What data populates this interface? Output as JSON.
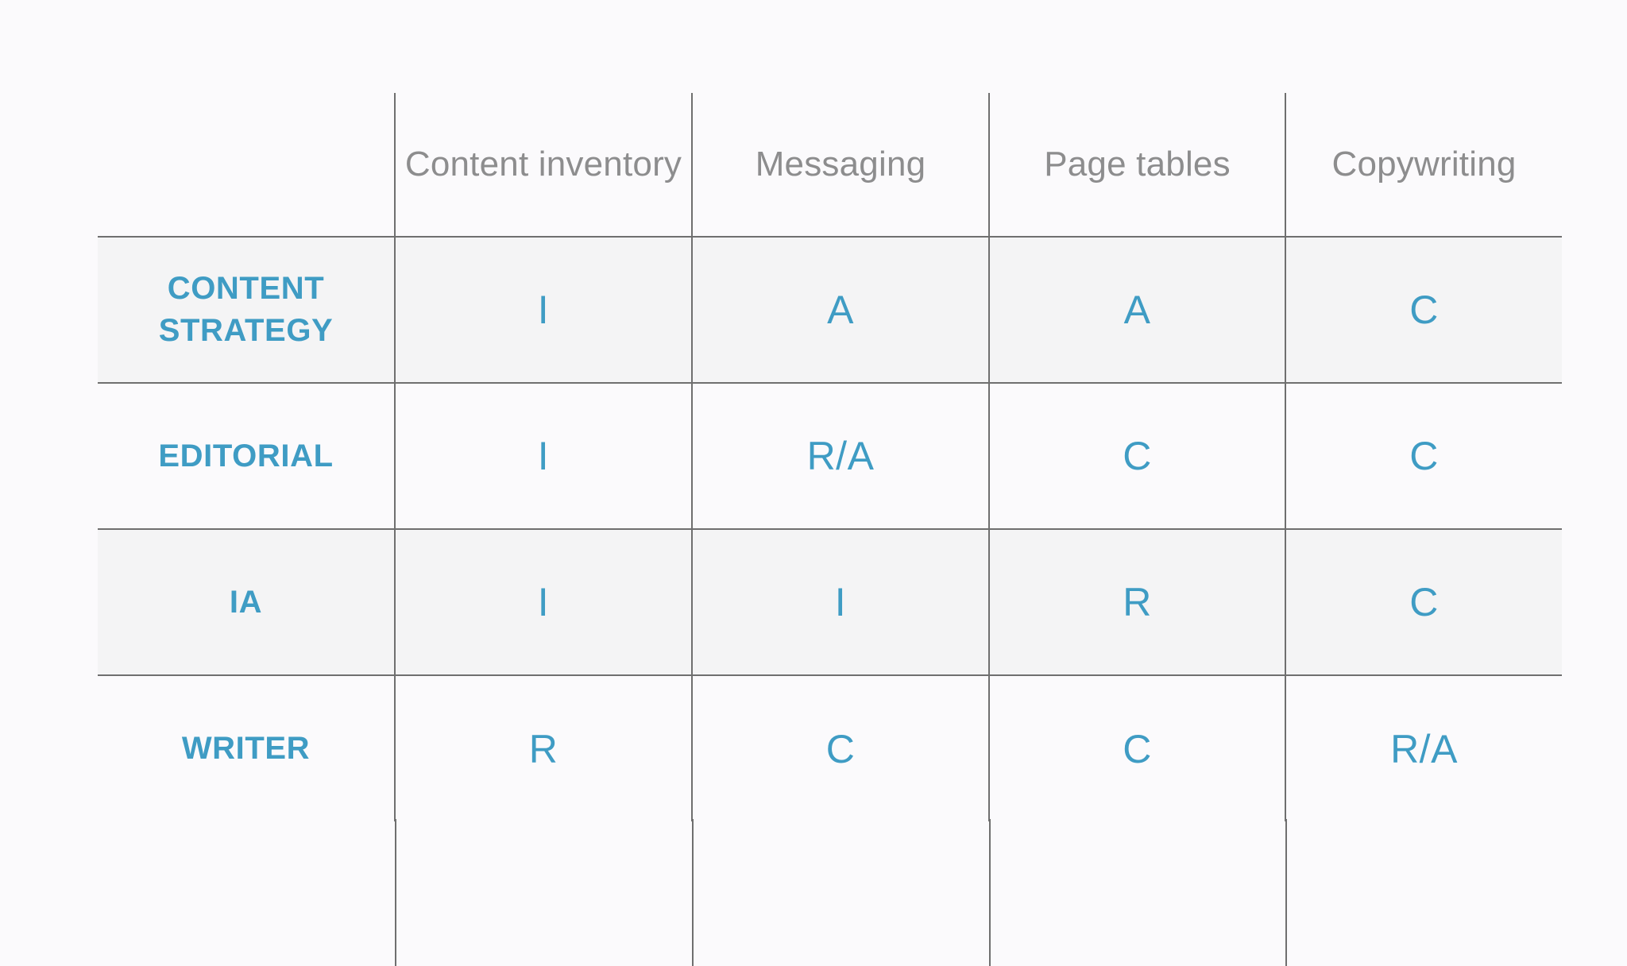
{
  "matrix": {
    "corner_label": "",
    "columns": [
      {
        "label": "Content inventory",
        "name": "content-inventory"
      },
      {
        "label": "Messaging",
        "name": "messaging"
      },
      {
        "label": "Page tables",
        "name": "page-tables"
      },
      {
        "label": "Copywriting",
        "name": "copywriting"
      }
    ],
    "rows": [
      {
        "role": "CONTENT STRATEGY",
        "shaded": true,
        "values": [
          "I",
          "A",
          "A",
          "C"
        ]
      },
      {
        "role": "EDITORIAL",
        "shaded": false,
        "values": [
          "I",
          "R/A",
          "C",
          "C"
        ]
      },
      {
        "role": "IA",
        "shaded": true,
        "values": [
          "I",
          "I",
          "R",
          "C"
        ]
      },
      {
        "role": "WRITER",
        "shaded": false,
        "values": [
          "R",
          "C",
          "C",
          "R/A"
        ]
      }
    ]
  },
  "colors": {
    "accent_blue": "#3f9cc4",
    "header_gray": "#8d8d8e",
    "rule_gray": "#6f6f6f",
    "row_shade": "#f4f4f5",
    "page_background": "#fbfafc"
  }
}
